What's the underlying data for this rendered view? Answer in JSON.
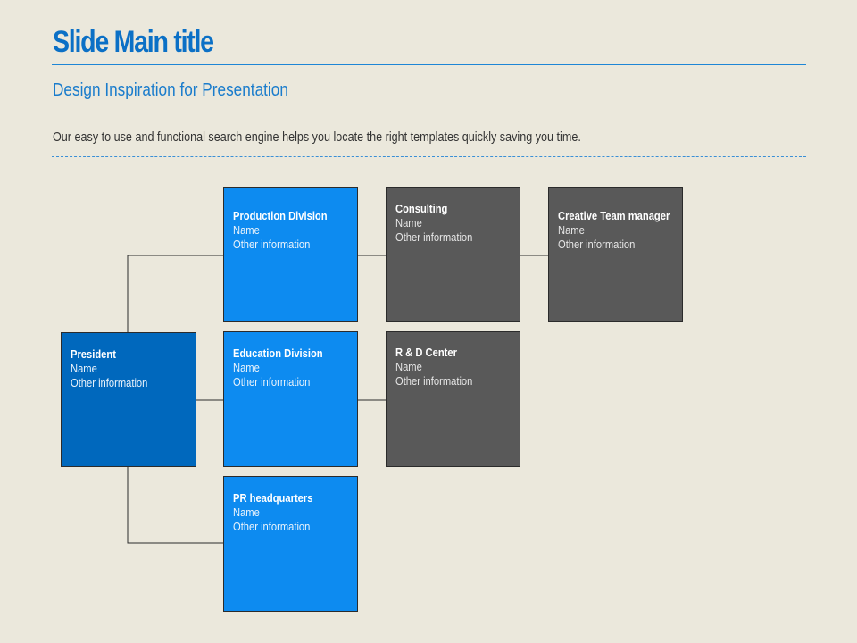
{
  "slide": {
    "title": "Slide Main title",
    "subtitle": "Design Inspiration for Presentation",
    "description": "Our easy to use and functional search engine helps you locate the right templates quickly saving you time."
  },
  "org_chart": {
    "nodes": {
      "president": {
        "role": "President",
        "name": "Name",
        "info": "Other information",
        "color": "#0068bd"
      },
      "production": {
        "role": "Production Division",
        "name": "Name",
        "info": "Other information",
        "color": "#0d8bf0"
      },
      "education": {
        "role": "Education Division",
        "name": "Name",
        "info": "Other information",
        "color": "#0d8bf0"
      },
      "pr": {
        "role": "PR headquarters",
        "name": "Name",
        "info": "Other information",
        "color": "#0d8bf0"
      },
      "consulting": {
        "role": "Consulting",
        "name": "Name",
        "info": "Other information",
        "color": "#595959"
      },
      "rd": {
        "role": "R & D Center",
        "name": "Name",
        "info": "Other information",
        "color": "#595959"
      },
      "creative": {
        "role": "Creative Team manager",
        "name": "Name",
        "info": "Other information",
        "color": "#595959"
      }
    },
    "edges": [
      [
        "president",
        "production"
      ],
      [
        "president",
        "education"
      ],
      [
        "president",
        "pr"
      ],
      [
        "production",
        "consulting"
      ],
      [
        "consulting",
        "creative"
      ],
      [
        "education",
        "rd"
      ]
    ]
  }
}
